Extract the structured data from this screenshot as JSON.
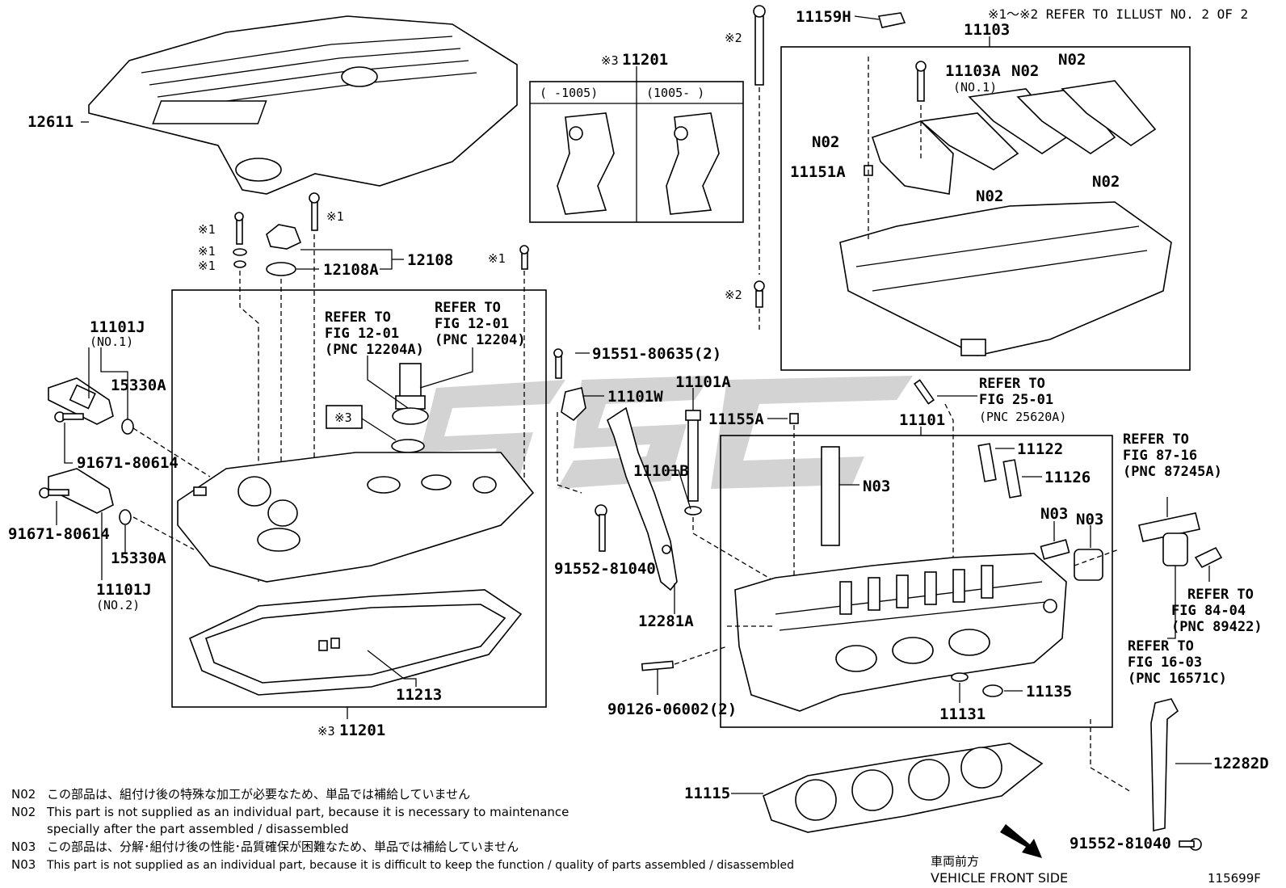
{
  "header_note": "※1〜※2  REFER TO ILLUST NO. 2 OF 2",
  "figure_code": "115699F",
  "labels": {
    "p12611": "12611",
    "p11201_top": "11201",
    "p11201_top_mark": "※3",
    "range_left": "(    -1005)",
    "range_right": "(1005-    )",
    "mark2a": "※2",
    "p11159H": "11159H",
    "p11103": "11103",
    "p11103A": "11103A",
    "p11103A_sub": "(NO.1)",
    "n02_a": "N02",
    "n02_b": "N02",
    "n02_c": "N02",
    "n02_d": "N02",
    "n02_e": "N02",
    "p11151A": "11151A",
    "mark2b": "※2",
    "mark1a": "※1",
    "mark1b": "※1",
    "mark1c": "※1",
    "mark1d": "※1",
    "mark1e": "※1",
    "p12108": "12108",
    "p12108A": "12108A",
    "ref1_l1": "REFER TO",
    "ref1_l2": "FIG 12-01",
    "ref1_l3": "(PNC 12204A)",
    "ref2_l1": "REFER TO",
    "ref2_l2": "FIG 12-01",
    "ref2_l3": "(PNC 12204)",
    "p11101J_a": "11101J",
    "p11101J_a_sub": "(NO.1)",
    "p15330A_a": "15330A",
    "p91671_a": "91671-80614",
    "p91671_b": "91671-80614",
    "p15330A_b": "15330A",
    "p11101J_b": "11101J",
    "p11101J_b_sub": "(NO.2)",
    "mark3_box": "※3",
    "p91551": "91551-80635(2)",
    "p11101W": "11101W",
    "p11101A": "11101A",
    "p11155A": "11155A",
    "p11101B": "11101B",
    "p11101": "11101",
    "ref3_l1": "REFER TO",
    "ref3_l2": "FIG 25-01",
    "ref3_l3": "(PNC 25620A)",
    "p11122": "11122",
    "p11126": "11126",
    "n03_a": "N03",
    "n03_b": "N03",
    "n03_c": "N03",
    "ref4_l1": "REFER TO",
    "ref4_l2": "FIG 87-16",
    "ref4_l3": "(PNC 87245A)",
    "ref5_l1": "REFER TO",
    "ref5_l2": "FIG 84-04",
    "ref5_l3": "(PNC 89422)",
    "ref6_l1": "REFER TO",
    "ref6_l2": "FIG 16-03",
    "ref6_l3": "(PNC 16571C)",
    "p91552_a": "91552-81040",
    "p12281A": "12281A",
    "p11213": "11213",
    "p11201_bot": "11201",
    "p11201_bot_mark": "※3",
    "p90126": "90126-06002(2)",
    "p11131": "11131",
    "p11135": "11135",
    "p11115": "11115",
    "p12282D": "12282D",
    "p91552_b": "91552-81040",
    "front_jp": "車両前方",
    "front_en": "VEHICLE FRONT SIDE"
  },
  "notes": [
    {
      "code": "N02",
      "text": "この部品は、組付け後の特殊な加工が必要なため、単品では補給していません"
    },
    {
      "code": "N02",
      "text": "This part is not supplied as an individual part, because it is necessary to maintenance"
    },
    {
      "code": "",
      "text": "specially after the part assembled / disassembled"
    },
    {
      "code": "N03",
      "text": "この部品は、分解･組付け後の性能･品質確保が困難なため、単品では補給していません"
    },
    {
      "code": "N03",
      "text": "This part is not supplied as an individual part, because it is difficult to keep the function / quality of parts  assembled / disassembled"
    }
  ]
}
